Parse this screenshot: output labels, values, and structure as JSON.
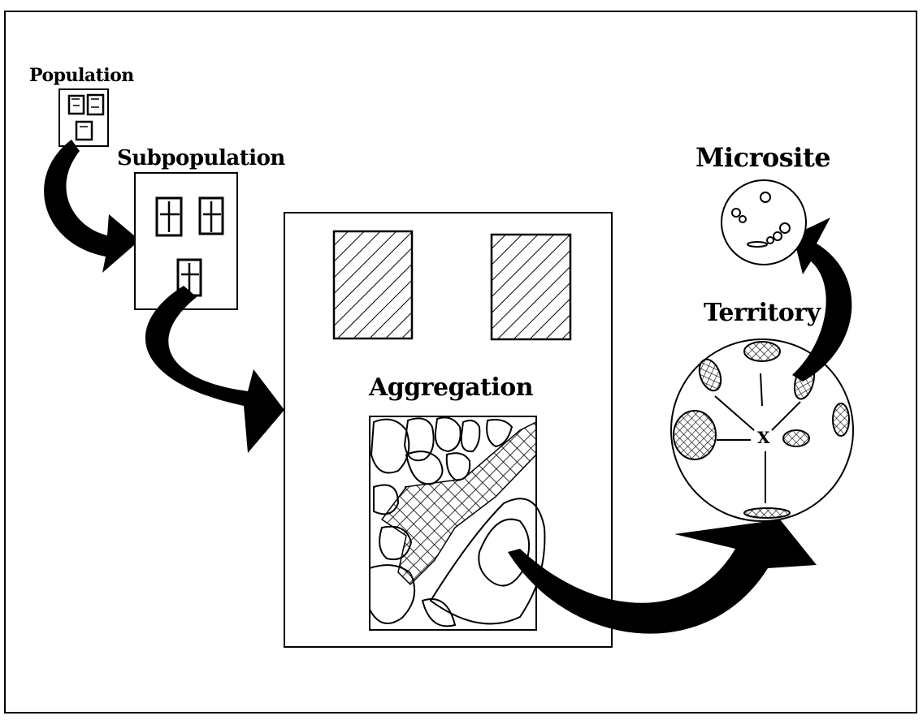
{
  "labels": {
    "population": "Population",
    "subpopulation": "Subpopulation",
    "aggregation": "Aggregation",
    "territory": "Territory",
    "microsite": "Microsite",
    "center_mark": "X"
  },
  "colors": {
    "ink": "#000000",
    "background": "#ffffff"
  }
}
